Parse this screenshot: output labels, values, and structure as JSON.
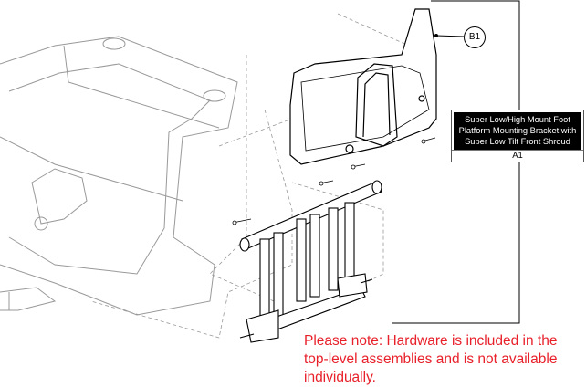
{
  "callout": {
    "label": "B1"
  },
  "assembly_label": {
    "title": "Super Low/High Mount Foot Platform Mounting Bracket with Super Low Tilt Front Shroud",
    "id": "A1"
  },
  "note": "Please note: Hardware is included in the top-level assemblies and is not available individually.",
  "colors": {
    "note": "#e8202a",
    "line": "#000000",
    "faint": "#999999"
  }
}
